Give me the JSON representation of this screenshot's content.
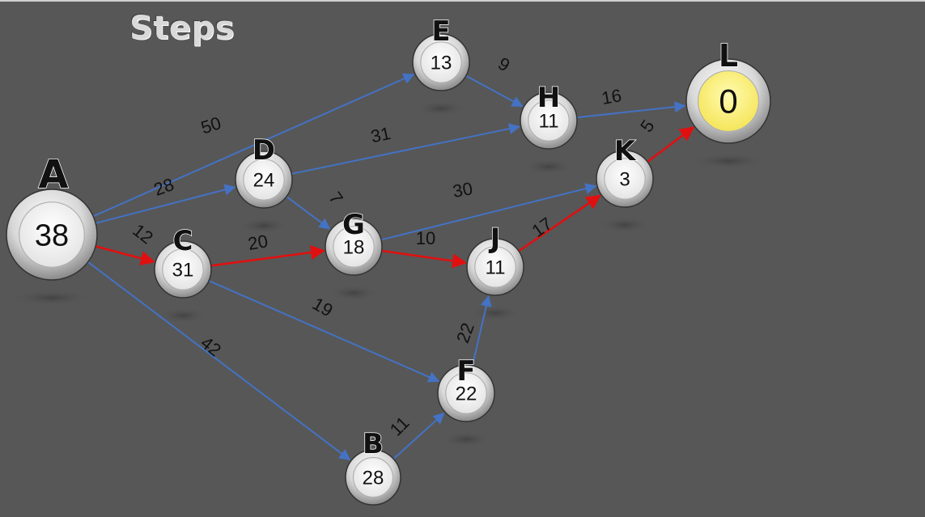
{
  "title": "Steps",
  "colors": {
    "normal_edge": "#4472c4",
    "critical_edge": "#e01010",
    "target_fill": "#fff27a"
  },
  "nodes": {
    "A": {
      "label": "A",
      "value": "38"
    },
    "B": {
      "label": "B",
      "value": "28"
    },
    "C": {
      "label": "C",
      "value": "31"
    },
    "D": {
      "label": "D",
      "value": "24"
    },
    "E": {
      "label": "E",
      "value": "13"
    },
    "F": {
      "label": "F",
      "value": "22"
    },
    "G": {
      "label": "G",
      "value": "18"
    },
    "H": {
      "label": "H",
      "value": "11"
    },
    "J": {
      "label": "J",
      "value": "11"
    },
    "K": {
      "label": "K",
      "value": "3"
    },
    "L": {
      "label": "L",
      "value": "0"
    }
  },
  "edges": [
    {
      "from": "A",
      "to": "E",
      "weight": "50",
      "critical": false
    },
    {
      "from": "A",
      "to": "D",
      "weight": "28",
      "critical": false
    },
    {
      "from": "A",
      "to": "C",
      "weight": "12",
      "critical": true
    },
    {
      "from": "A",
      "to": "B",
      "weight": "42",
      "critical": false
    },
    {
      "from": "E",
      "to": "H",
      "weight": "9",
      "critical": false
    },
    {
      "from": "D",
      "to": "H",
      "weight": "31",
      "critical": false
    },
    {
      "from": "D",
      "to": "G",
      "weight": "7",
      "critical": false
    },
    {
      "from": "C",
      "to": "G",
      "weight": "20",
      "critical": true
    },
    {
      "from": "C",
      "to": "F",
      "weight": "19",
      "critical": false
    },
    {
      "from": "G",
      "to": "K",
      "weight": "30",
      "critical": false
    },
    {
      "from": "G",
      "to": "J",
      "weight": "10",
      "critical": true
    },
    {
      "from": "H",
      "to": "L",
      "weight": "16",
      "critical": false
    },
    {
      "from": "K",
      "to": "L",
      "weight": "5",
      "critical": true
    },
    {
      "from": "J",
      "to": "K",
      "weight": "17",
      "critical": true
    },
    {
      "from": "F",
      "to": "J",
      "weight": "22",
      "critical": false
    },
    {
      "from": "B",
      "to": "F",
      "weight": "11",
      "critical": false
    }
  ]
}
